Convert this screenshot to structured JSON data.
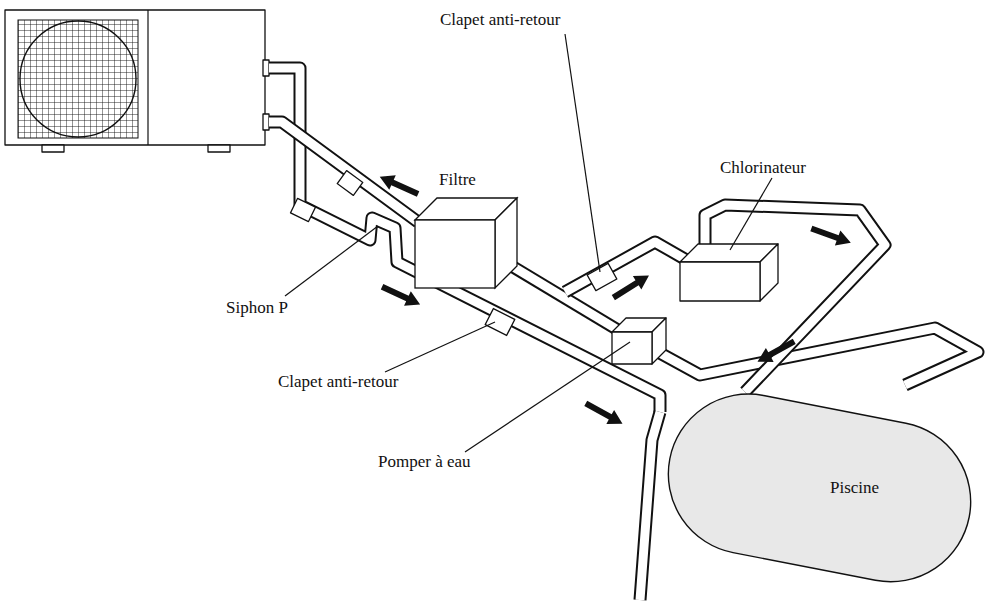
{
  "diagram": {
    "nodes": [
      {
        "text": [
          "Filtre"
        ]
      },
      {
        "text": [
          "Piscine"
        ]
      }
    ],
    "labels": [
      "Clapet anti-retour",
      "Chlorinateur",
      "Siphon P",
      "Clapet anti-retour",
      "Pomper à eau"
    ]
  }
}
